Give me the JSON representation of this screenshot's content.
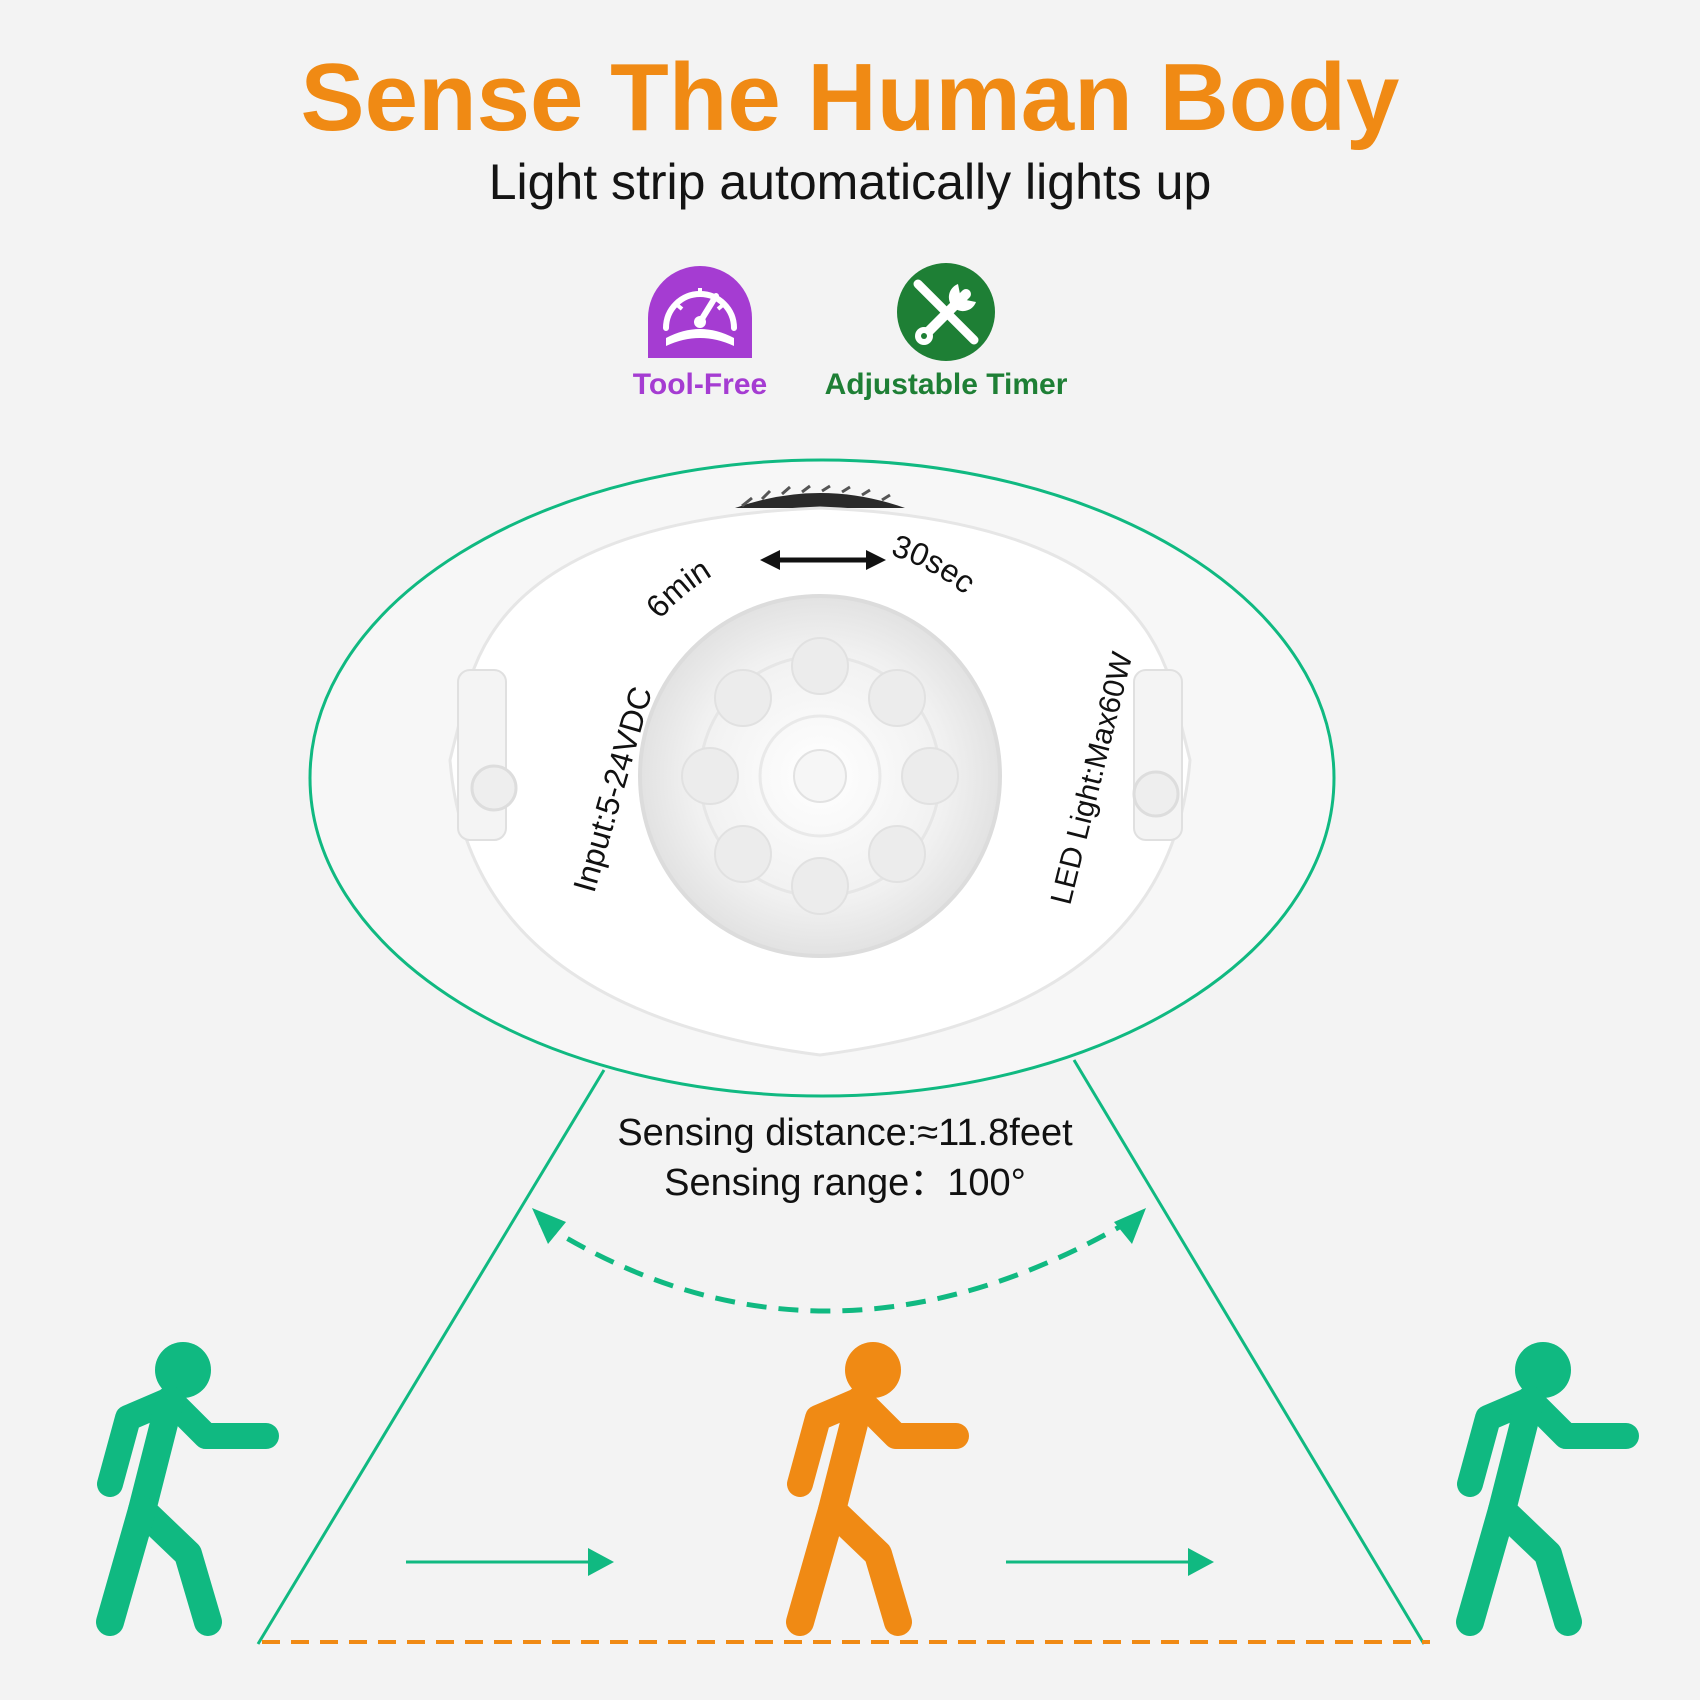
{
  "header": {
    "title": "Sense The Human Body",
    "subtitle": "Light strip automatically lights up"
  },
  "features": [
    {
      "label": "Tool-Free",
      "icon": "speedometer-icon",
      "color": "#a53cd2"
    },
    {
      "label": "Adjustable Timer",
      "icon": "wrench-icon",
      "color": "#1e7f35"
    }
  ],
  "sensor": {
    "time_max": "6min",
    "time_min": "30sec",
    "input": "Input:5-24VDC",
    "output": "LED Light:Max60W"
  },
  "spec": {
    "distance": "Sensing distance:≈11.8feet",
    "range": "Sensing range：100°"
  },
  "colors": {
    "accent_orange": "#f08a14",
    "accent_green": "#10b981",
    "background": "#f3f3f3"
  }
}
